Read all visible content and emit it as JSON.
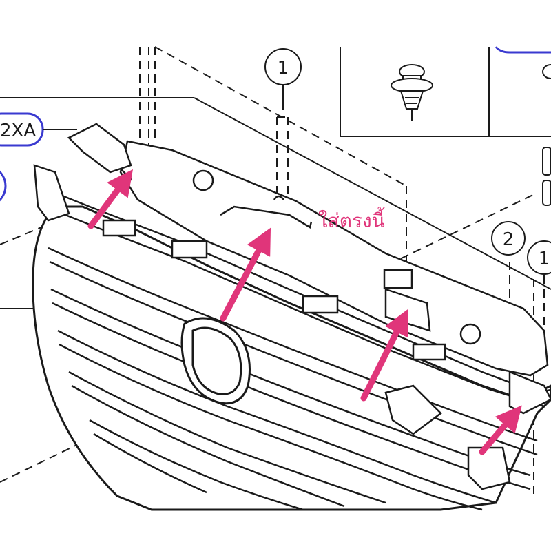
{
  "diagram": {
    "part_callout_left": "2XA",
    "ref_numbers": [
      "1",
      "2",
      "1"
    ],
    "annotation_text": "ใส่ตรงนี้",
    "arrow_color": "#e0357a",
    "line_color": "#1a1a1a",
    "callout_border_color": "#3a3ad0",
    "arrows": [
      {
        "name": "arrow-left-bracket"
      },
      {
        "name": "arrow-center-left"
      },
      {
        "name": "arrow-center-right"
      },
      {
        "name": "arrow-right-bracket"
      }
    ]
  }
}
